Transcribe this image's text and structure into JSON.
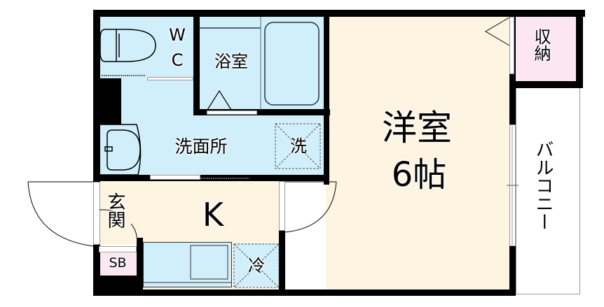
{
  "floorplan": {
    "rooms": {
      "wc": {
        "label_line1": "W",
        "label_line2": "C"
      },
      "bathroom": {
        "label": "浴室"
      },
      "washroom": {
        "label": "洗面所"
      },
      "washer_space": {
        "label": "洗"
      },
      "western_room": {
        "label_line1": "洋室",
        "label_line2": "6帖"
      },
      "storage": {
        "label": "収納"
      },
      "balcony": {
        "label": "バルコニー"
      },
      "kitchen": {
        "label": "K"
      },
      "fridge_space": {
        "label": "冷"
      },
      "entrance": {
        "label": "玄関"
      },
      "shoe_box": {
        "label": "SB"
      }
    },
    "colors": {
      "wet_area": "#d1effb",
      "living_area": "#fdf5e2",
      "storage_area": "#fce7f0",
      "wall": "#000000",
      "balcony": "#ffffff"
    }
  }
}
